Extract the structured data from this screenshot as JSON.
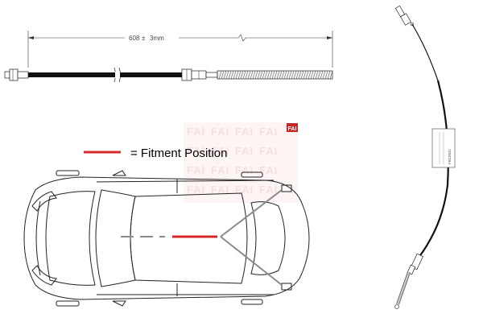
{
  "dimension": {
    "value": "608",
    "tolerance_symbol": "±",
    "tolerance": "3mm"
  },
  "legend": {
    "label": "= Fitment Position",
    "marker_color": "#d62828"
  },
  "tag_label": {
    "code": "FBC0041"
  },
  "watermark": {
    "brand": "FAI",
    "opacity_note": "faint red repeated brand marks"
  },
  "colors": {
    "fitment_red": "#d62828",
    "cable_black": "#111111",
    "outline": "#222222",
    "non_fitment_grey": "#8a8a8a"
  }
}
